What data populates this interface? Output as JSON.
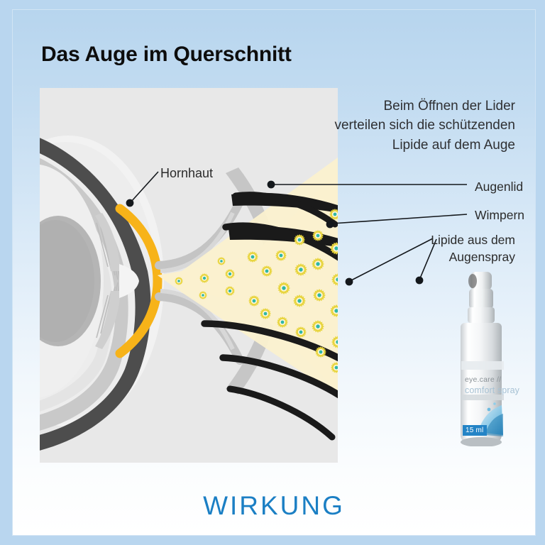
{
  "page": {
    "title": "Das Auge im Querschnitt",
    "footer": "WIRKUNG",
    "accent_blue": "#1b7fc4",
    "panel_bg": "#e8e8e8",
    "cornea_color": "#f7b319",
    "sclera_color": "#4d4d4d",
    "spray_color": "#fbf1cf",
    "lipid_ring": "#e8d540",
    "lipid_core": "#2fb7a8"
  },
  "description": {
    "line1": "Beim Öffnen der Lider",
    "line2": "verteilen sich die schützenden",
    "line3": "Lipide auf dem Auge"
  },
  "labels": {
    "hornhaut": "Hornhaut",
    "augenlid": "Augenlid",
    "wimpern": "Wimpern",
    "lipide_line1": "Lipide aus dem",
    "lipide_line2": "Augenspray"
  },
  "bottle": {
    "brand": "eye.care //",
    "product": "comfort spray",
    "volume": "15 ml"
  }
}
